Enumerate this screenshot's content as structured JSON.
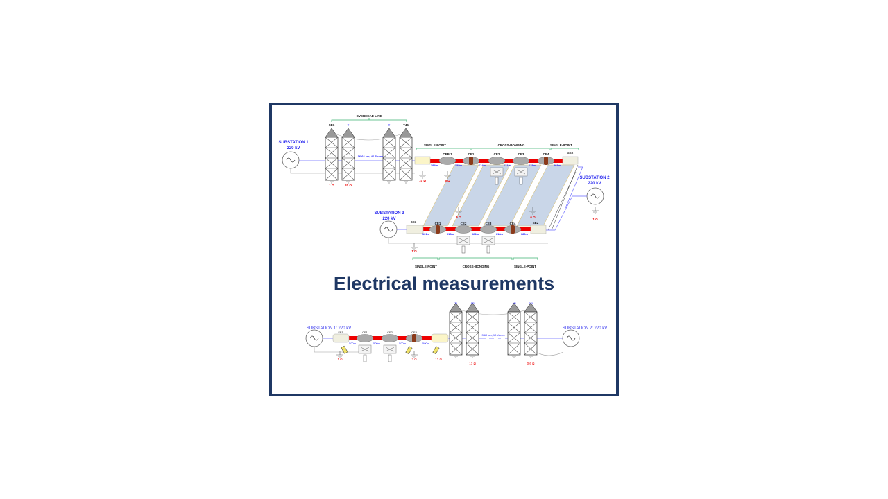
{
  "slide": {
    "title": "Electrical measurements",
    "colors": {
      "frame": "#1f3864",
      "title": "#1f3864",
      "cable": "#ee0000",
      "bracket": "#3cb371",
      "label": "#2222ee"
    }
  },
  "top_diagram": {
    "overhead_label": "OVERHEAD LINE",
    "substation1": [
      "SUBSTATION 1",
      "220 kV"
    ],
    "substation2": [
      "SUBSTATION 2",
      "220 kV"
    ],
    "substation3": [
      "SUBSTATION 3",
      "220 kV"
    ],
    "towers": [
      "SE1",
      "T",
      "T",
      "T46"
    ],
    "line_label": "16.64 km, 46 Spans",
    "tower_grounds": [
      "1 Ω",
      "20 Ω"
    ],
    "upper_sections": [
      "SINGLE-POINT",
      "CROSS-BONDING",
      "SINGLE-POINT"
    ],
    "upper_joints": [
      "CEP-1",
      "CE1",
      "CE2",
      "CE3",
      "CE4",
      "SE2"
    ],
    "upper_lengths": [
      "194m",
      "155m",
      "614m",
      "621m",
      "615m",
      "368m"
    ],
    "upper_grounds": [
      "10 Ω",
      "6 Ω"
    ],
    "mid_grounds": [
      "5 Ω",
      "6 Ω",
      "1 Ω"
    ],
    "lower_joints": [
      "SE3",
      "CE1",
      "CE2",
      "CE3",
      "CE4",
      "SE2"
    ],
    "lower_lengths": [
      "101m",
      "616m",
      "622m",
      "618m",
      "380m"
    ],
    "lower_ground": "1 Ω",
    "lower_sections": [
      "SINGLE-POINT",
      "CROSS-BONDING",
      "SINGLE-POINT"
    ]
  },
  "bottom_diagram": {
    "substation1": "SUBSTATION 1: 220 kV",
    "substation2": "SUBSTATION 2: 220 kV",
    "joints": [
      "SE1",
      "CE1",
      "CE2",
      "CE3"
    ],
    "lengths": [
      "500m",
      "500m",
      "500m",
      "500m"
    ],
    "grounds": [
      "1 Ω",
      "3 Ω",
      "12 Ω",
      "17 Ω",
      "0.6 Ω"
    ],
    "towers": [
      "TI",
      "AP",
      "AP",
      "SSI"
    ],
    "line_label": "3.60 km, 10 Vanos"
  }
}
